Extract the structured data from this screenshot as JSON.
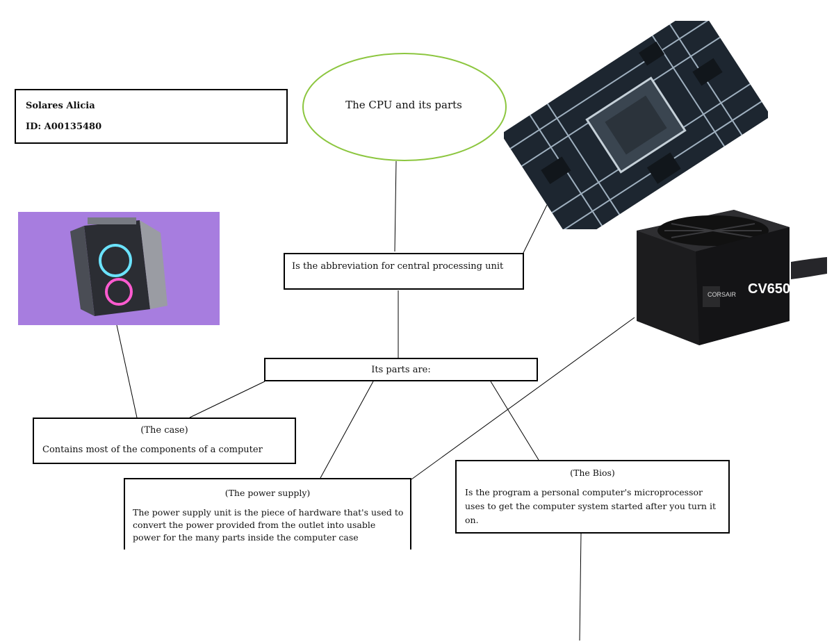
{
  "author": {
    "name": "Solares Alicia",
    "id": "ID: A00135480"
  },
  "title": "The CPU and its parts",
  "definition": "Is the abbreviation for central processing unit",
  "parts_heading": "Its parts are:",
  "parts": {
    "case": {
      "heading": "(The case)",
      "text": "Contains most of the components of a computer"
    },
    "power_supply": {
      "heading": "(The power supply)",
      "text": "The power supply unit is the piece of hardware that's used to convert the power provided from the outlet into usable power for the many parts inside the computer case"
    },
    "bios": {
      "heading": "(The Bios)",
      "text": "Is the program a personal computer's microprocessor uses to get the computer system started after you turn it on."
    }
  },
  "images": {
    "psu_label_brand": "CORSAIR",
    "psu_label_model": "CV650"
  },
  "colors": {
    "ellipse_stroke": "#8cc63f",
    "case_photo_bg": "#a77ddf"
  }
}
